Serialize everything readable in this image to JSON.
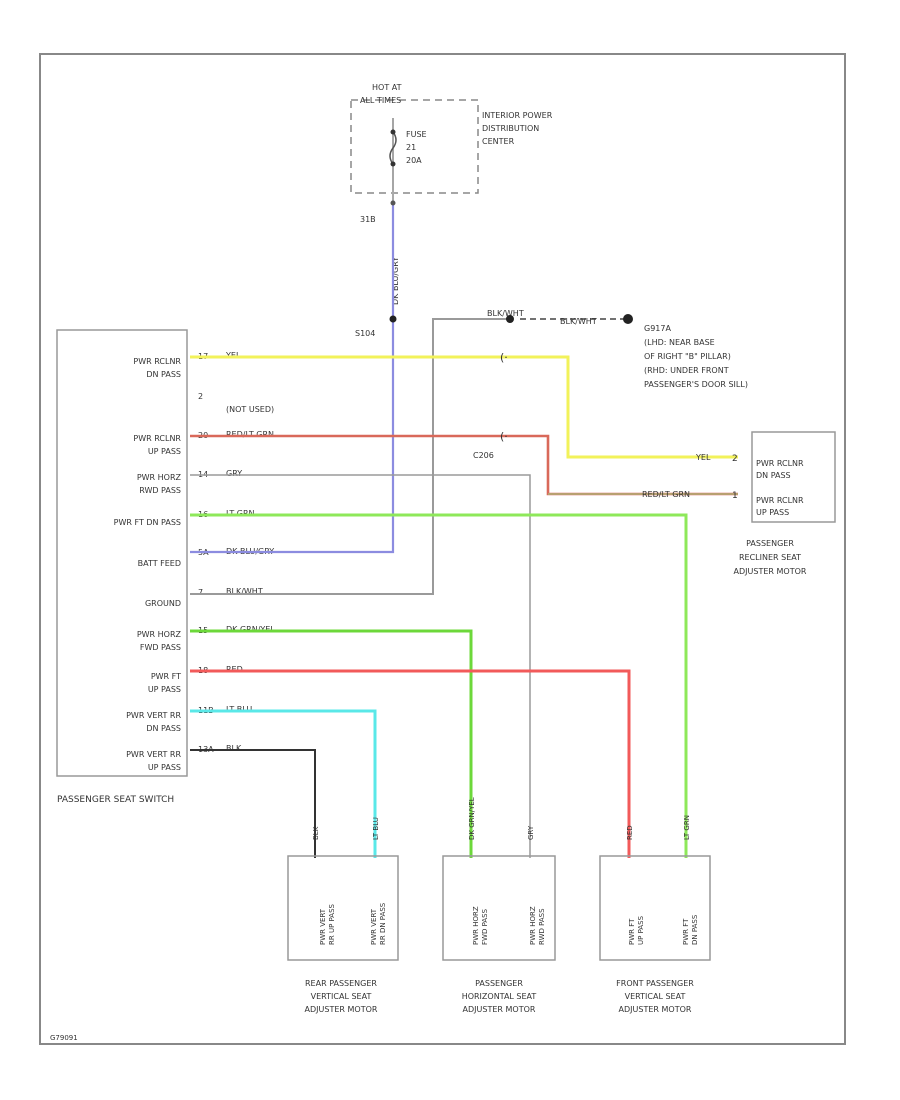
{
  "fuse_box": {
    "hot_label": [
      "HOT AT",
      "ALL TIMES"
    ],
    "fuse_label": [
      "FUSE",
      "21",
      "20A"
    ],
    "name": [
      "INTERIOR POWER",
      "DISTRIBUTION",
      "CENTER"
    ],
    "connector_top": "31B",
    "splice": "S104",
    "wire_top": "DK BLU/GRY"
  },
  "ground": {
    "wire_left": "BLK/WHT",
    "wire_right": "BLK/WHT",
    "name": [
      "G917A",
      "(LHD: NEAR BASE",
      "OF RIGHT \"B\" PILLAR)",
      "(RHD: UNDER FRONT",
      "PASSENGER'S DOOR SILL)"
    ]
  },
  "switch": {
    "name": "PASSENGER SEAT SWITCH",
    "pins": [
      {
        "pin": "17",
        "label": [
          "PWR RCLNR",
          "DN PASS"
        ],
        "wire": "YEL"
      },
      {
        "pin": "2",
        "label": [],
        "wire": "(NOT USED)"
      },
      {
        "pin": "20",
        "label": [
          "PWR RCLNR",
          "UP PASS"
        ],
        "wire": "RED/LT GRN"
      },
      {
        "pin": "14",
        "label": [
          "PWR HORZ",
          "RWD PASS"
        ],
        "wire": "GRY"
      },
      {
        "pin": "16",
        "label": [
          "PWR FT DN PASS"
        ],
        "wire": "LT GRN"
      },
      {
        "pin": "5A",
        "label": [
          "BATT FEED"
        ],
        "wire": "DK BLU/GRY"
      },
      {
        "pin": "7",
        "label": [
          "GROUND"
        ],
        "wire": "BLK/WHT"
      },
      {
        "pin": "15",
        "label": [
          "PWR HORZ",
          "FWD PASS"
        ],
        "wire": "DK GRN/YEL"
      },
      {
        "pin": "18",
        "label": [
          "PWR FT",
          "UP PASS"
        ],
        "wire": "RED"
      },
      {
        "pin": "11B",
        "label": [
          "PWR VERT RR",
          "DN PASS"
        ],
        "wire": "LT BLU"
      },
      {
        "pin": "13A",
        "label": [
          "PWR VERT RR",
          "UP PASS"
        ],
        "wire": "BLK"
      }
    ]
  },
  "recliner_motor": {
    "connector": "C206",
    "wire_yel": "YEL",
    "wire_red": "RED/LT GRN",
    "pin_top": "2",
    "pin_bottom": "1",
    "labels": [
      [
        "PWR RCLNR",
        "DN PASS"
      ],
      [
        "PWR RCLNR",
        "UP PASS"
      ]
    ],
    "name": [
      "PASSENGER",
      "RECLINER SEAT",
      "ADJUSTER MOTOR"
    ]
  },
  "motors": [
    {
      "wires": [
        "BLK",
        "LT BLU"
      ],
      "labels": [
        [
          "PWR VERT",
          "RR UP PASS"
        ],
        [
          "PWR VERT",
          "RR DN PASS"
        ]
      ],
      "name": [
        "REAR PASSENGER",
        "VERTICAL SEAT",
        "ADJUSTER MOTOR"
      ]
    },
    {
      "wires": [
        "DK GRN/YEL",
        "GRY"
      ],
      "labels": [
        [
          "PWR HORZ",
          "FWD PASS"
        ],
        [
          "PWR HORZ",
          "RWD PASS"
        ]
      ],
      "name": [
        "PASSENGER",
        "HORIZONTAL SEAT",
        "ADJUSTER MOTOR"
      ]
    },
    {
      "wires": [
        "RED",
        "LT GRN"
      ],
      "labels": [
        [
          "PWR FT",
          "UP PASS"
        ],
        [
          "PWR FT",
          "DN PASS"
        ]
      ],
      "name": [
        "FRONT PASSENGER",
        "VERTICAL SEAT",
        "ADJUSTER MOTOR"
      ]
    }
  ],
  "footer_code": "G79091",
  "colors": {
    "yellow": "#f2f25a",
    "red_ltgrn": "#d9695a",
    "green": "#8ee85a",
    "blue": "#8c8ce0",
    "cyan": "#5ae8e8",
    "red": "#f25a5a",
    "dkgrn": "#6cd83a",
    "gray": "#9a9a9a",
    "black": "#333333"
  }
}
